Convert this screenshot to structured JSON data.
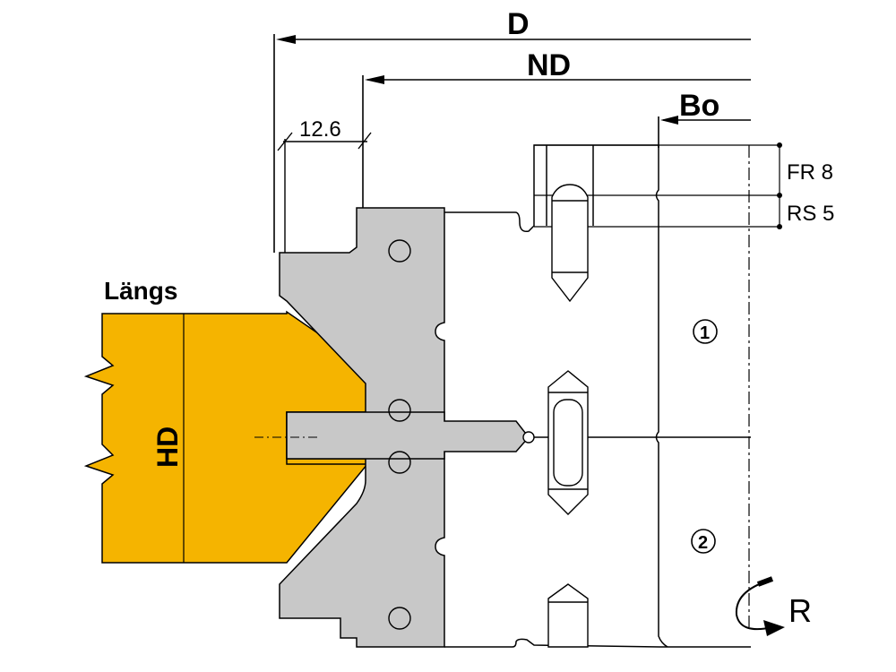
{
  "labels": {
    "d": "D",
    "nd": "ND",
    "bo": "Bo",
    "angle": "12.6",
    "fr": "FR 8",
    "rs": "RS 5",
    "laengs": "Längs",
    "hd": "HD",
    "circle1": "1",
    "circle2": "2",
    "r": "R"
  },
  "colors": {
    "workpiece": "#f5b400",
    "tool_body": "#c8c8c8",
    "line": "#000000"
  }
}
